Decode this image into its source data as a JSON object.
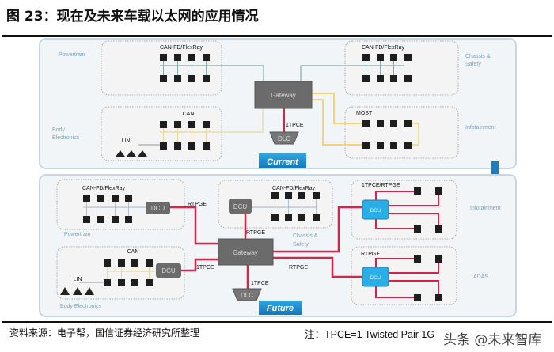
{
  "title": "图 23：现在及未来车载以太网的应用情况",
  "diagram": {
    "current": {
      "badge": "Current",
      "gateway": "Gateway",
      "dlc": "DLC",
      "dlc_link": "1TPCE",
      "powertrain": {
        "label": "Powertrain",
        "bus": "CAN-FD/FlexRay"
      },
      "chassis": {
        "label_line1": "Chassis &",
        "label_line2": "Safety",
        "bus": "CAN-FD/FlexRay"
      },
      "body": {
        "label_line1": "Body",
        "label_line2": "Electronics",
        "bus": "CAN",
        "sub_bus": "LIN"
      },
      "infotainment": {
        "label": "Infotainment",
        "bus": "MOST"
      }
    },
    "future": {
      "badge": "Future",
      "gateway": "Gateway",
      "dlc": "DLC",
      "dlc_link": "1TPCE",
      "dcu": "DCU",
      "powertrain": {
        "label": "Powertrain",
        "bus": "CAN-FD/FlexRay",
        "link": "RTPGE"
      },
      "chassis": {
        "label_line1": "Chassis &",
        "label_line2": "Safety",
        "bus": "CAN-FD/FlexRay",
        "link": "RTPGE"
      },
      "body": {
        "label": "Body Electronics",
        "bus": "CAN",
        "sub_bus": "LIN",
        "link": "1TPCE"
      },
      "infotainment": {
        "label": "Infotainment",
        "bus": "1TPCE/RTPGE"
      },
      "adas": {
        "label": "ADAS",
        "bus": "RTPGE",
        "link": "RTPGE"
      }
    },
    "colors": {
      "ethernet": "#d6234a",
      "most": "#f2d27a",
      "can": "#a9c4d8",
      "dcu_future": "#29aee6",
      "badge": "#1f8fcf",
      "gateway": "#6b6b6b"
    }
  },
  "footer": {
    "source": "资料来源：电子帮，国信证券经济研究所整理",
    "note": "注：TPCE=1 Twisted Pair 1G",
    "watermark": "头条 @未来智库"
  }
}
